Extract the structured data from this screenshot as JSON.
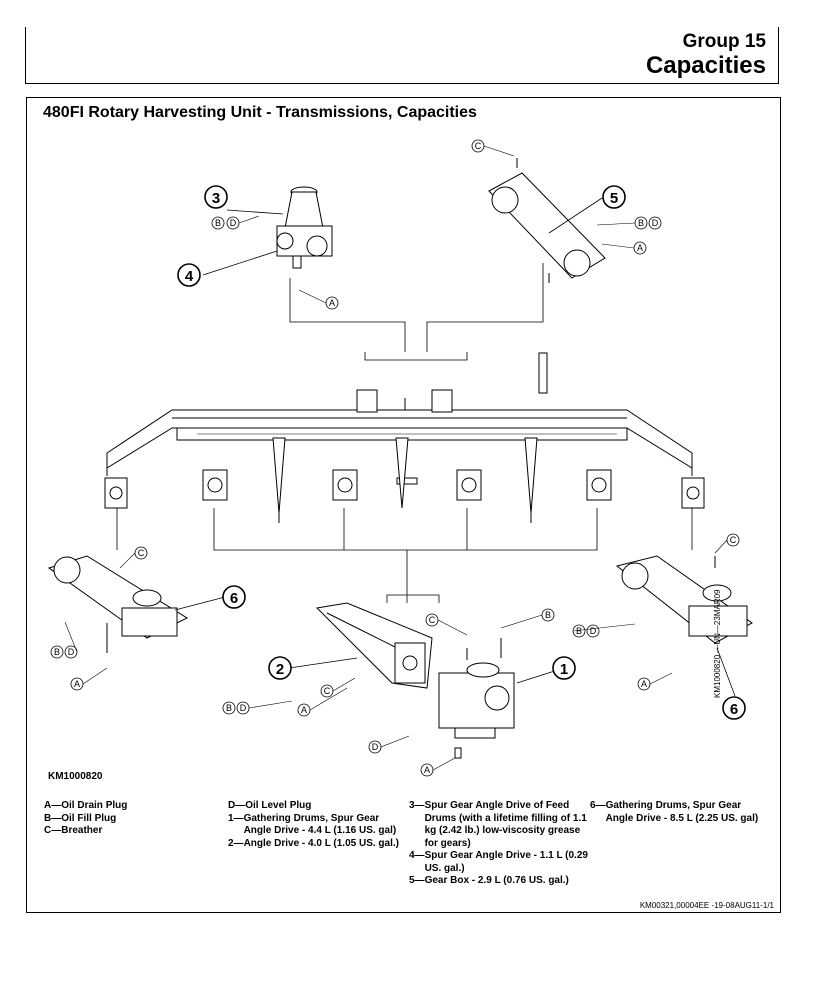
{
  "header": {
    "group": "Group  15",
    "title": "Capacities"
  },
  "section": {
    "title": "480FI Rotary Harvesting Unit - Transmissions, Capacities"
  },
  "figure": {
    "id": "KM1000820",
    "vertical_code": "KM1000820 —UN—23MAR09",
    "callouts": [
      "1",
      "2",
      "3",
      "4",
      "5",
      "6",
      "6"
    ],
    "letters": {
      "A": "A",
      "B": "B",
      "C": "C",
      "D": "D"
    }
  },
  "legend": {
    "col1": [
      {
        "key": "A—",
        "text": "Oil Drain Plug"
      },
      {
        "key": "B—",
        "text": "Oil Fill Plug"
      },
      {
        "key": "C—",
        "text": "Breather"
      }
    ],
    "col2": [
      {
        "key": "D—",
        "text": "Oil Level Plug"
      },
      {
        "key": "1—",
        "text": "Gathering Drums, Spur Gear Angle Drive - 4.4 L (1.16 US. gal)"
      },
      {
        "key": "2—",
        "text": "Angle Drive - 4.0 L (1.05 US. gal.)"
      }
    ],
    "col3": [
      {
        "key": "3—",
        "text": "Spur Gear Angle Drive of Feed Drums (with a lifetime filling of 1.1 kg (2.42 lb.) low-viscosity grease for gears)"
      },
      {
        "key": "4—",
        "text": "Spur Gear Angle Drive - 1.1 L (0.29 US. gal.)"
      },
      {
        "key": "5—",
        "text": "Gear Box - 2.9 L (0.76 US. gal.)"
      }
    ],
    "col4": [
      {
        "key": "6—",
        "text": "Gathering Drums, Spur Gear Angle Drive - 8.5 L (2.25 US. gal)"
      }
    ]
  },
  "footer": {
    "code": "KM00321,00004EE -19-08AUG11-1/1"
  }
}
